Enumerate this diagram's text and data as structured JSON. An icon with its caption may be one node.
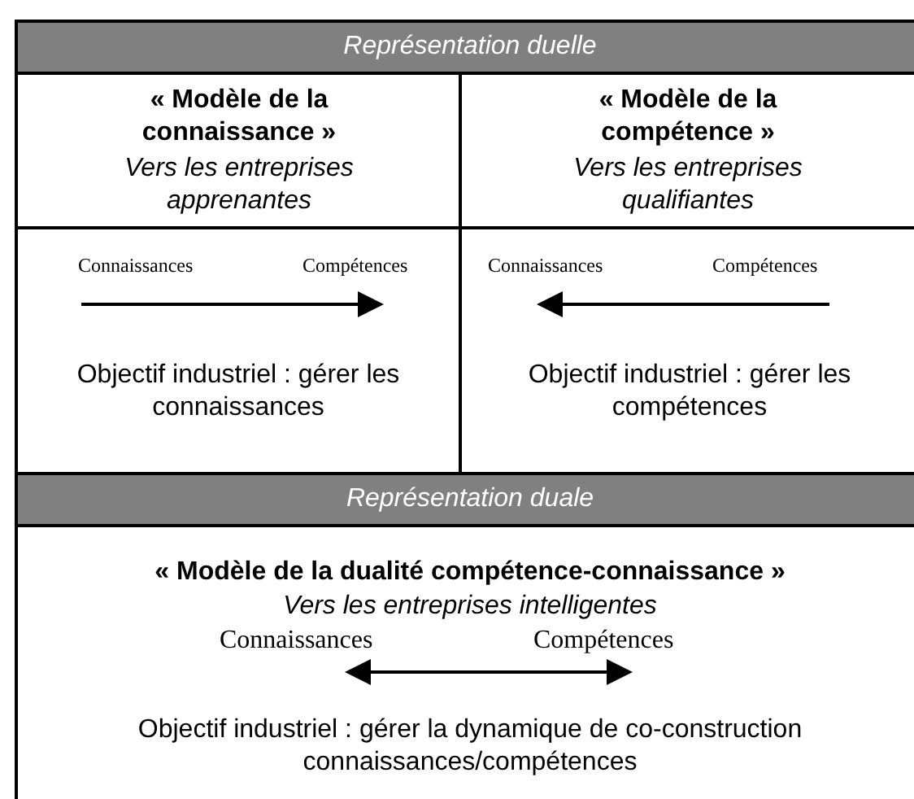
{
  "diagram": {
    "nodes": [
      {
        "text": [
          "Représentation duelle"
        ]
      },
      {
        "text": [
          "« Modèle de la connaissance »",
          "Vers les entreprises apprenantes"
        ]
      },
      {
        "text": [
          "« Modèle de la compétence »",
          "Vers les entreprises qualifiantes"
        ]
      },
      {
        "text": [
          "Connaissances",
          "Compétences",
          "Objectif industriel : gérer les connaissances"
        ]
      },
      {
        "text": [
          "Connaissances",
          "Compétences",
          "Objectif industriel : gérer les compétences"
        ]
      },
      {
        "text": [
          "Représentation duale"
        ]
      },
      {
        "text": [
          "« Modèle de la dualité compétence-connaissance »",
          "Vers les entreprises intelligentes",
          "Connaissances",
          "Compétences",
          "Objectif industriel : gérer la dynamique de co-construction connaissances/compétences"
        ]
      }
    ]
  }
}
